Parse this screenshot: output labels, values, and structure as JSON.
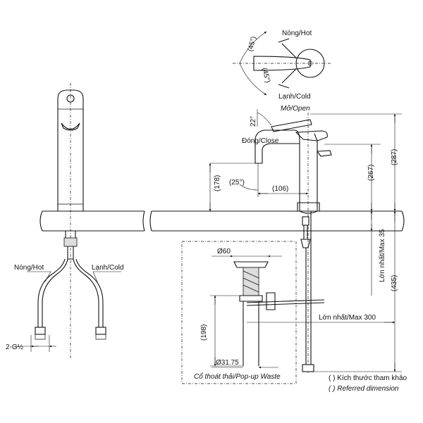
{
  "labels": {
    "hot_top": "Nóng/Hot",
    "cold_top": "Lạnh/Cold",
    "angle_45_a": "(45°)",
    "angle_45_b": "(45°)",
    "angle_22": "22°",
    "open": "Mở/Open",
    "close": "Đóng/Close",
    "angle_25": "(25°)",
    "dim_106": "(106)",
    "dim_178": "(178)",
    "dim_267": "(267)",
    "dim_287": "(287)",
    "dim_435": "(435)",
    "max35": "Lớn nhất/Max 35",
    "max300": "Lớn nhất/Max 300",
    "d60": "Ø60",
    "d3175": "Ø31.75",
    "dim_198": "(198)",
    "popup": "Cổ thoát thải/Pop-up Waste",
    "hot_left": "Nóng/Hot",
    "cold_left": "Lạnh/Cold",
    "thread": "2-G½",
    "ref1": "( ) Kích thước tham khảo",
    "ref2": "( ) Referred dimension"
  }
}
